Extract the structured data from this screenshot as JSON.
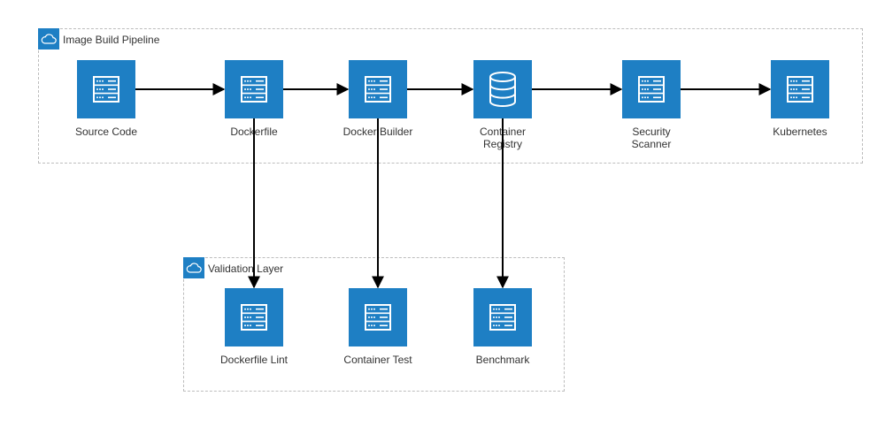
{
  "groups": [
    {
      "id": "pipeline",
      "label": "Image Build Pipeline",
      "icon": "cloud-icon"
    },
    {
      "id": "validation",
      "label": "Validation Layer",
      "icon": "cloud-icon"
    }
  ],
  "nodes": [
    {
      "id": "source",
      "icon": "server-icon",
      "lines": [
        "Source Code"
      ]
    },
    {
      "id": "dockerfile",
      "icon": "server-icon",
      "lines": [
        "Dockerfile"
      ]
    },
    {
      "id": "builder",
      "icon": "server-icon",
      "lines": [
        "Docker Builder"
      ]
    },
    {
      "id": "registry",
      "icon": "database-icon",
      "lines": [
        "Container",
        "Registry"
      ]
    },
    {
      "id": "scanner",
      "icon": "server-icon",
      "lines": [
        "Security",
        "Scanner"
      ]
    },
    {
      "id": "kubernetes",
      "icon": "server-icon",
      "lines": [
        "Kubernetes"
      ]
    },
    {
      "id": "lint",
      "icon": "server-icon",
      "lines": [
        "Dockerfile Lint"
      ]
    },
    {
      "id": "ctest",
      "icon": "server-icon",
      "lines": [
        "Container Test"
      ]
    },
    {
      "id": "benchmark",
      "icon": "server-icon",
      "lines": [
        "Benchmark"
      ]
    }
  ],
  "edges": [
    {
      "from": "source",
      "to": "dockerfile"
    },
    {
      "from": "dockerfile",
      "to": "builder"
    },
    {
      "from": "builder",
      "to": "registry"
    },
    {
      "from": "registry",
      "to": "scanner"
    },
    {
      "from": "scanner",
      "to": "kubernetes"
    },
    {
      "from": "dockerfile",
      "to": "lint"
    },
    {
      "from": "builder",
      "to": "ctest"
    },
    {
      "from": "registry",
      "to": "benchmark"
    }
  ],
  "colors": {
    "node_fill": "#1e7fc4",
    "edge": "#000000",
    "group_border": "#bdbdbd",
    "text": "#333333"
  }
}
